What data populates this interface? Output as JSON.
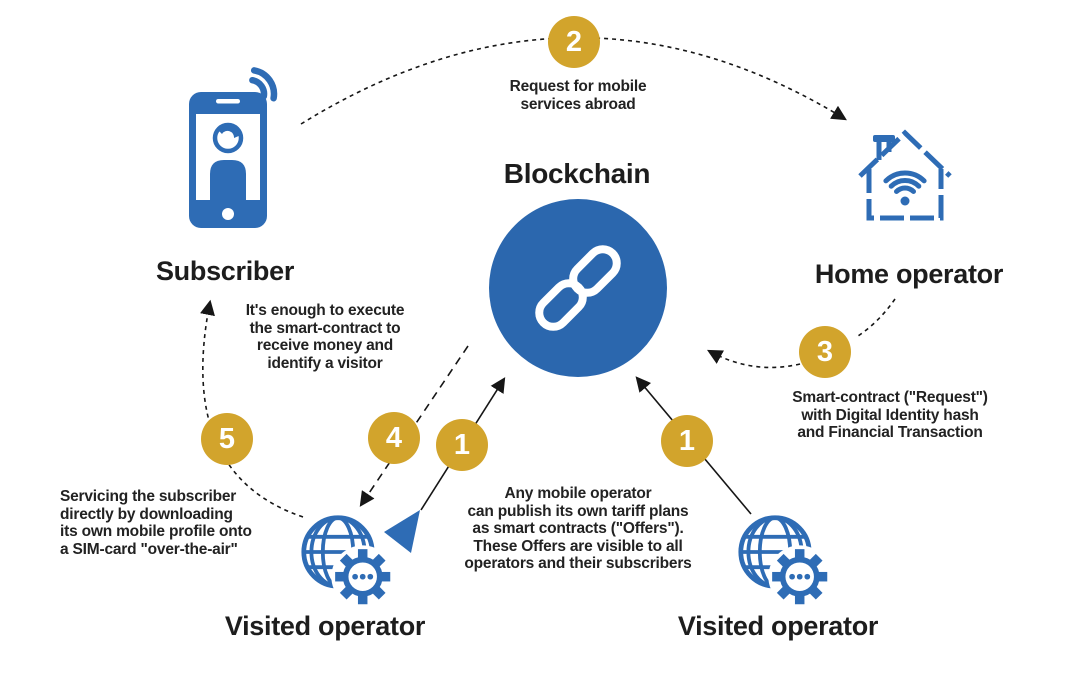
{
  "palette": {
    "icon_blue": "#2E6CB5",
    "circle_blue": "#2B67AE",
    "badge_gold": "#D2A42C",
    "arrow_black": "#161616",
    "text_ink": "#1D1D1D"
  },
  "nodes": {
    "subscriber": {
      "label": "Subscriber",
      "icon": "smartphone-person-wifi-icon"
    },
    "blockchain": {
      "label": "Blockchain",
      "icon": "chain-link-icon"
    },
    "home_operator": {
      "label": "Home operator",
      "icon": "house-wifi-icon"
    },
    "visited_operator_left": {
      "label": "Visited operator",
      "icon": "globe-gear-icon"
    },
    "visited_operator_right": {
      "label": "Visited operator",
      "icon": "globe-gear-icon"
    }
  },
  "steps": {
    "step1": {
      "number": "1",
      "text": "Any mobile operator\ncan publish its own tariff plans\nas smart contracts (\"Offers\").\nThese Offers are visible to all\noperators and their subscribers"
    },
    "step2": {
      "number": "2",
      "text": "Request for mobile\nservices abroad"
    },
    "step3": {
      "number": "3",
      "text": "Smart-contract (\"Request\")\nwith Digital Identity hash\nand Financial Transaction"
    },
    "step4": {
      "number": "4"
    },
    "step5": {
      "number": "5",
      "text": "Servicing the subscriber\ndirectly by downloading\nits own mobile profile onto\na SIM-card \"over-the-air\""
    }
  },
  "annotations": {
    "execute_note": "It's enough to execute\nthe smart-contract to\nreceive money and\nidentify a visitor"
  }
}
